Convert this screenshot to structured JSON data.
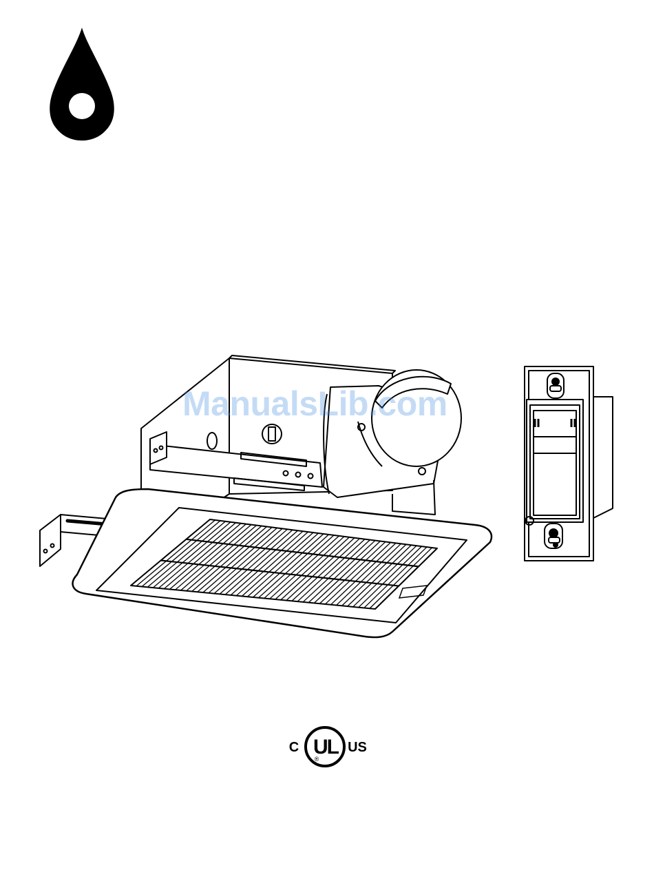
{
  "watermark": {
    "text": "ManualsLib.com"
  },
  "certification": {
    "left_letter": "C",
    "center_mark": "UL",
    "registered_symbol": "®",
    "right_letters": "US"
  },
  "colors": {
    "ink": "#000000",
    "paper": "#ffffff",
    "watermark": "#4a90e2"
  },
  "icons": {
    "logo": "water-drop-icon",
    "product": "ventilation-fan-illustration",
    "control": "wall-sensor-switch-illustration",
    "cert": "ul-listed-mark-icon"
  }
}
